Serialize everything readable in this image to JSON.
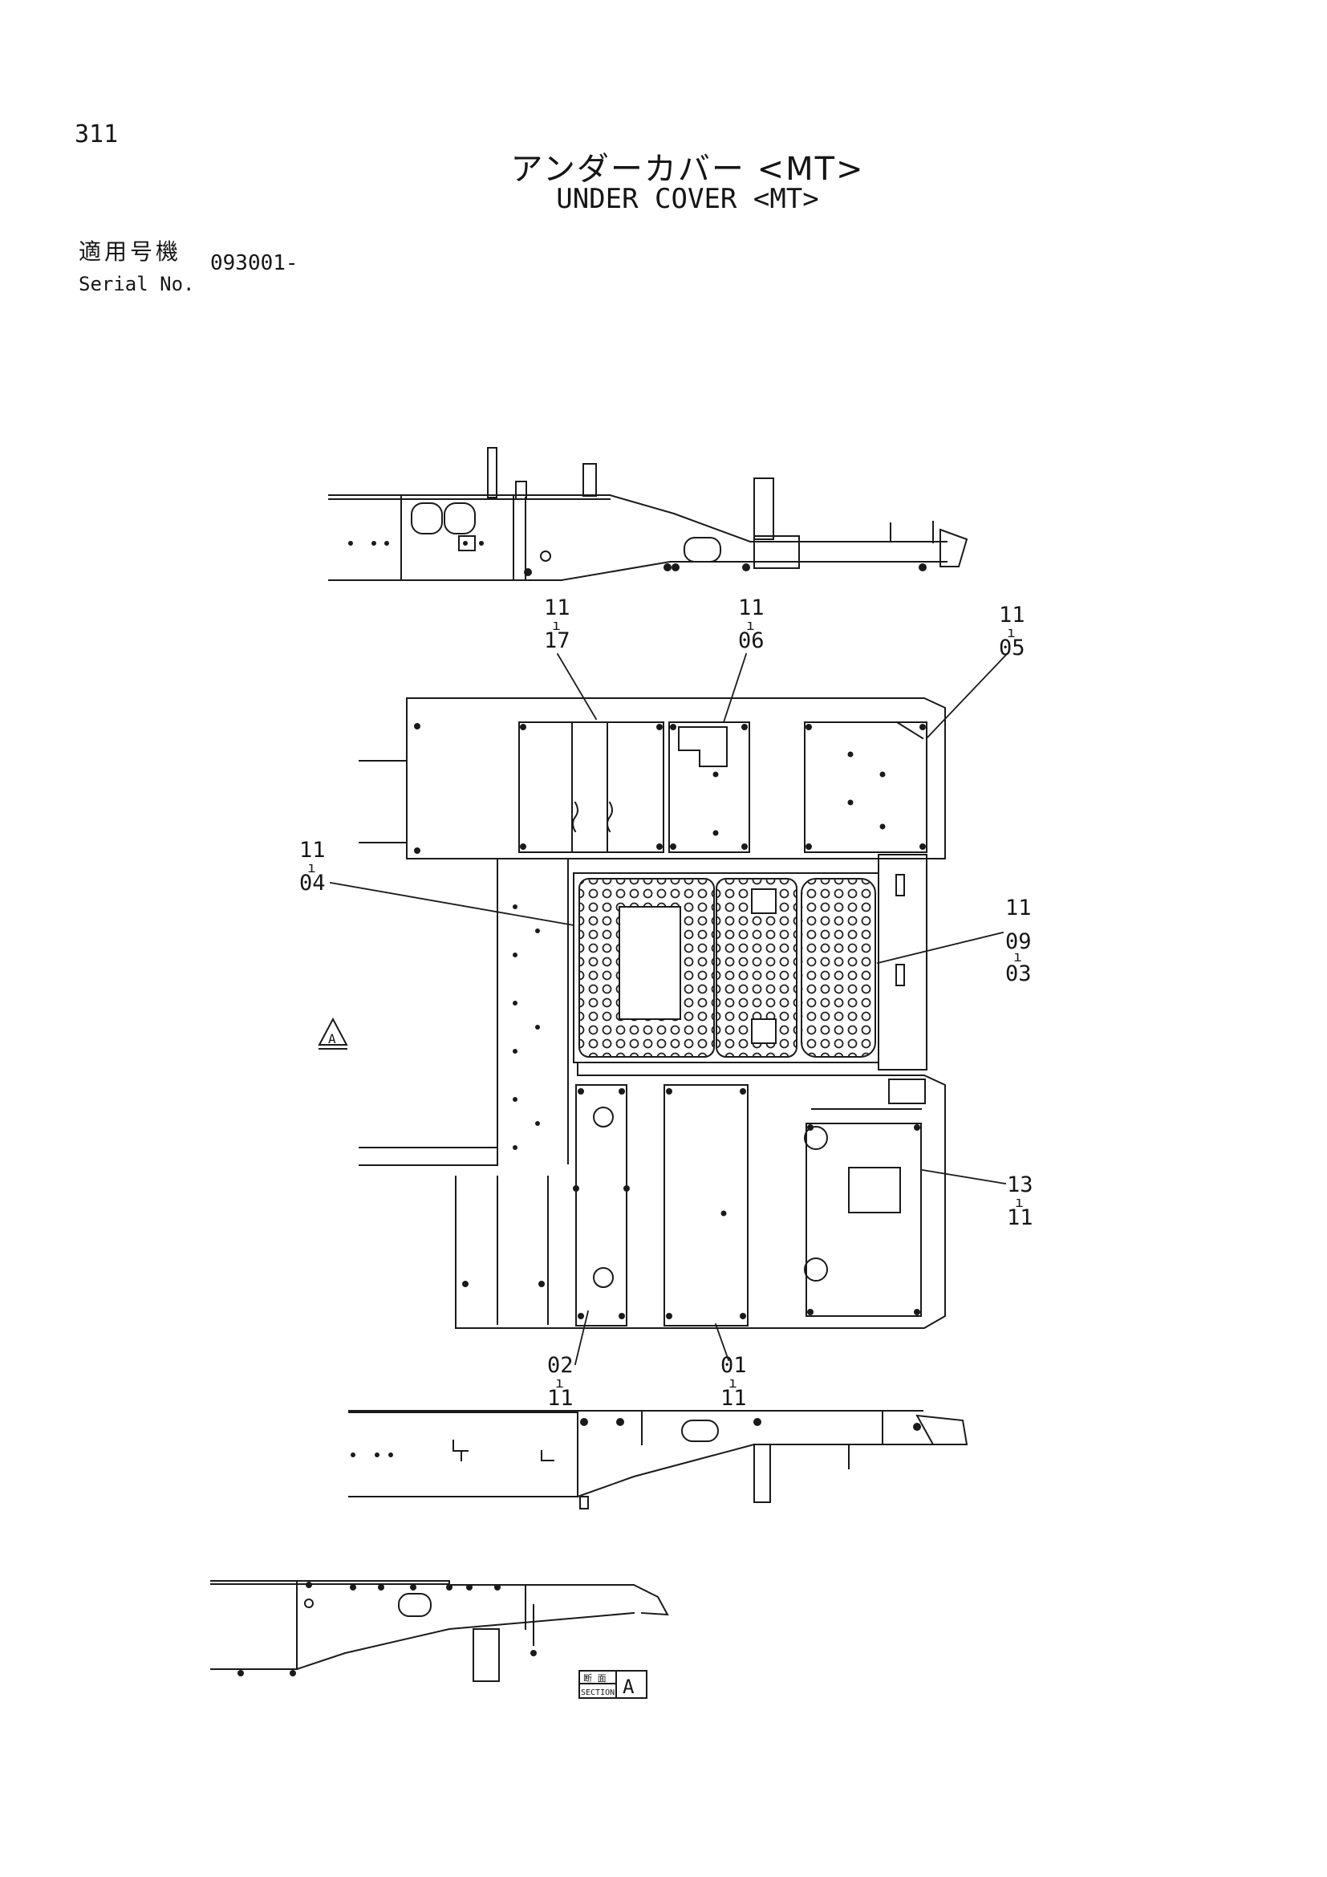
{
  "page": {
    "page_number": "311",
    "title_jp": "アンダーカバー <MT>",
    "title_en": "UNDER COVER <MT>",
    "serial_label_jp": "適用号機",
    "serial_label_en": "Serial No.",
    "serial_value": "093001-"
  },
  "callouts": [
    {
      "id": "c-1117",
      "top": "11",
      "bottom": "17"
    },
    {
      "id": "c-1106",
      "top": "11",
      "bottom": "06"
    },
    {
      "id": "c-1105",
      "top": "11",
      "bottom": "05"
    },
    {
      "id": "c-1104",
      "top": "11",
      "bottom": "04"
    },
    {
      "id": "c-110903",
      "top": "11",
      "middle": "09",
      "bottom": "03"
    },
    {
      "id": "c-1311",
      "top": "13",
      "bottom": "11"
    },
    {
      "id": "c-0211",
      "top": "02",
      "bottom": "11"
    },
    {
      "id": "c-0111",
      "top": "01",
      "bottom": "11"
    }
  ],
  "view_marker": {
    "letter": "A"
  },
  "section_label": {
    "jp": "断 面",
    "en": "SECTION",
    "letter": "A"
  }
}
